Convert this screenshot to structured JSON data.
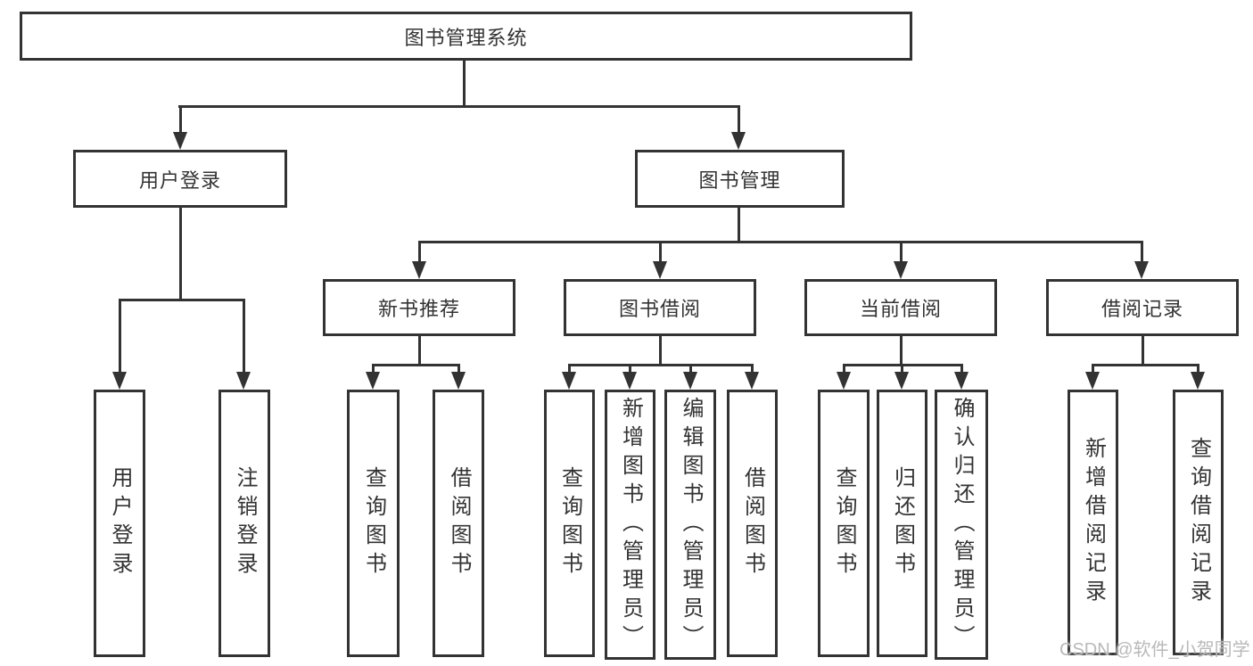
{
  "colors": {
    "line": "#333333",
    "text": "#333333",
    "background": "#ffffff",
    "watermark": "#b9b9b9"
  },
  "nodes": {
    "root": "图书管理系统",
    "user_login": "用户登录",
    "book_mgmt": "图书管理",
    "new_books": "新书推荐",
    "book_borrow": "图书借阅",
    "current_borrow": "当前借阅",
    "borrow_records": "借阅记录",
    "leaf_user_login": "用户登录",
    "leaf_logout": "注销登录",
    "leaf_nb_query": "查询图书",
    "leaf_nb_borrow": "借阅图书",
    "leaf_bb_query": "查询图书",
    "leaf_bb_add": "新增图书（管理员）",
    "leaf_bb_edit": "编辑图书（管理员）",
    "leaf_bb_borrow": "借阅图书",
    "leaf_cb_query": "查询图书",
    "leaf_cb_return": "归还图书",
    "leaf_cb_confirm": "确认归还（管理员）",
    "leaf_br_add": "新增借阅记录",
    "leaf_br_query": "查询借阅记录"
  },
  "watermark": "CSDN @软件_小贺同学"
}
